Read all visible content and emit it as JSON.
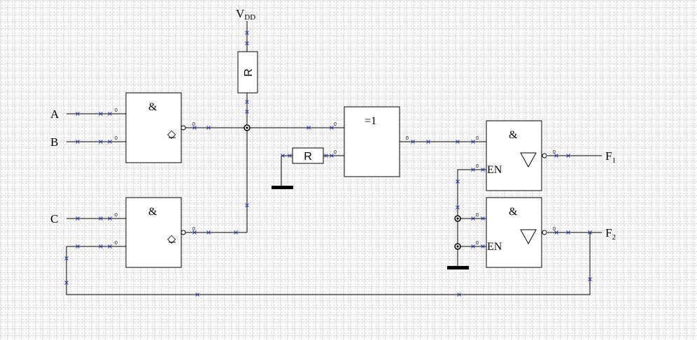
{
  "labels": {
    "a": "A",
    "b": "B",
    "c": "C",
    "vdd_main": "V",
    "vdd_sub": "DD",
    "f1_main": "F",
    "f1_sub": "1",
    "f2_main": "F",
    "f2_sub": "2"
  },
  "gates": {
    "and_top_symbol": "&",
    "and_bottom_symbol": "&",
    "xor_symbol": "=1",
    "tri_top_symbol": "&",
    "tri_bottom_symbol": "&",
    "tri_top_en": "EN",
    "tri_bottom_en": "EN",
    "od_marker": "◇"
  },
  "resistors": {
    "pullup_label": "R",
    "series_label": "R"
  },
  "pin_mark": "0",
  "colors": {
    "wire": "#000000",
    "connector_mark": "#2b3fb0",
    "grid": "#b9b9b9"
  }
}
